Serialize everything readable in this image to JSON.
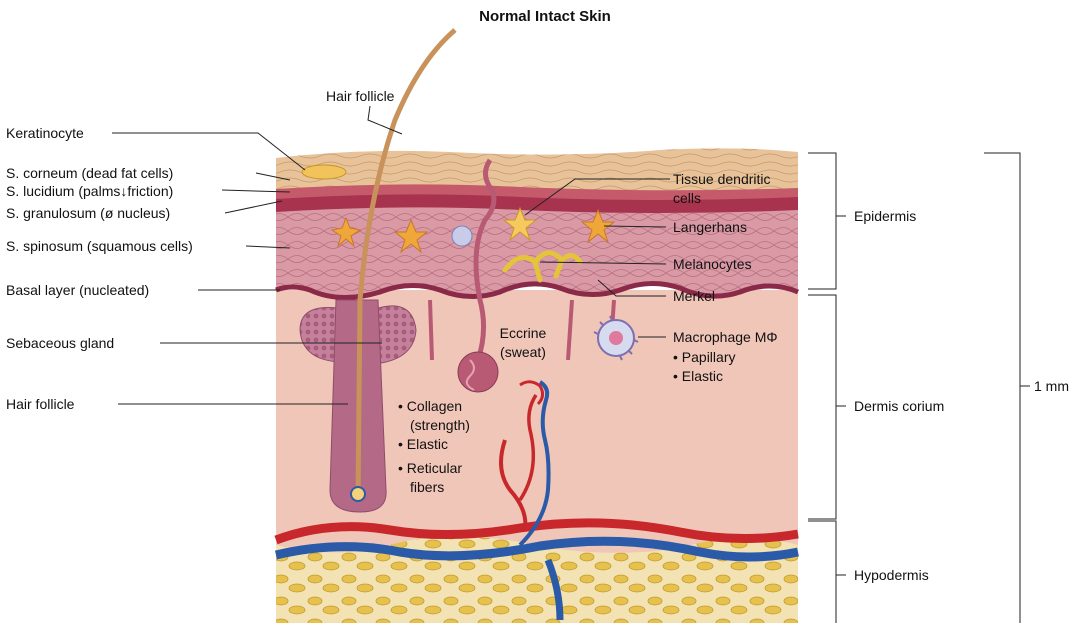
{
  "title": "Normal Intact Skin",
  "labels": {
    "hair_follicle_top": "Hair follicle",
    "keratinocyte": "Keratinocyte",
    "s_corneum": "S. corneum (dead fat cells)",
    "s_lucidium": "S. lucidium (palms↓friction)",
    "s_granulosum": "S. granulosum (ø nucleus)",
    "s_spinosum": "S. spinosum (squamous cells)",
    "basal_layer": "Basal layer (nucleated)",
    "sebaceous_gland": "Sebaceous gland",
    "hair_follicle_left": "Hair follicle",
    "tissue_dendritic_1": "Tissue dendritic",
    "tissue_dendritic_2": "cells",
    "langerhans": "Langerhans",
    "melanocytes": "Melanocytes",
    "merkel": "Merkel",
    "macrophage": "Macrophage MΦ",
    "papillary": "• Papillary",
    "elastic_right": "• Elastic",
    "eccrine_1": "Eccrine",
    "eccrine_2": "(sweat)",
    "collagen_1": "• Collagen",
    "collagen_2": "(strength)",
    "elastic_center": "• Elastic",
    "reticular_1": "• Reticular",
    "reticular_2": "fibers"
  },
  "brackets": {
    "epidermis": "Epidermis",
    "dermis": "Dermis corium",
    "hypodermis": "Hypodermis",
    "thickness": "1 mm"
  },
  "colors": {
    "corneum": "#e8c39a",
    "lucidium": "#a8334f",
    "spinosum": "#d99aa6",
    "dermis": "#f0c6b8",
    "hypodermis": "#f1dca0",
    "fat": "#e6c14d",
    "artery": "#c8282b",
    "vein": "#2b5aa8",
    "hair": "#c8925a",
    "gland": "#b46a86"
  }
}
